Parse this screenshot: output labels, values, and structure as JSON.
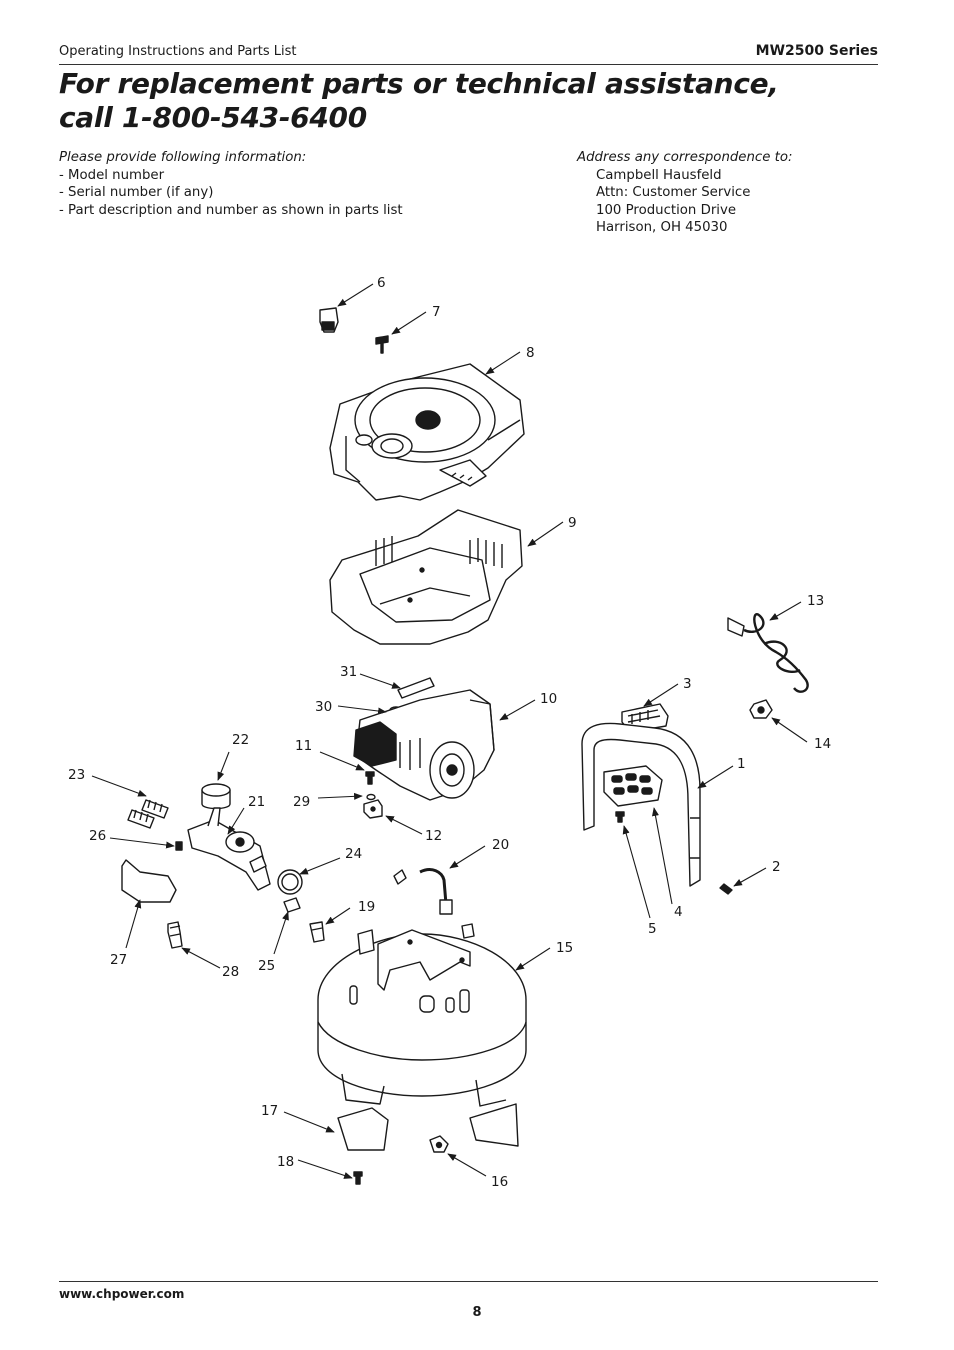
{
  "header": {
    "left": "Operating Instructions and Parts List",
    "right": "MW2500 Series"
  },
  "title": {
    "line1": "For replacement parts or technical assistance,",
    "line2": "call 1-800-543-6400"
  },
  "info": {
    "heading": "Please provide following information:",
    "items": [
      "- Model number",
      "- Serial number (if any)",
      "- Part description and number as shown in parts list"
    ]
  },
  "address": {
    "heading": "Address any correspondence to:",
    "lines": [
      "Campbell Hausfeld",
      "Attn: Customer Service",
      "100 Production Drive",
      "Harrison, OH 45030"
    ]
  },
  "callouts": [
    "1",
    "2",
    "3",
    "4",
    "5",
    "6",
    "7",
    "8",
    "9",
    "10",
    "11",
    "12",
    "13",
    "14",
    "15",
    "16",
    "17",
    "18",
    "19",
    "20",
    "21",
    "22",
    "23",
    "24",
    "25",
    "26",
    "27",
    "28",
    "29",
    "30",
    "31"
  ],
  "footer": {
    "url": "www.chpower.com",
    "page": "8"
  }
}
